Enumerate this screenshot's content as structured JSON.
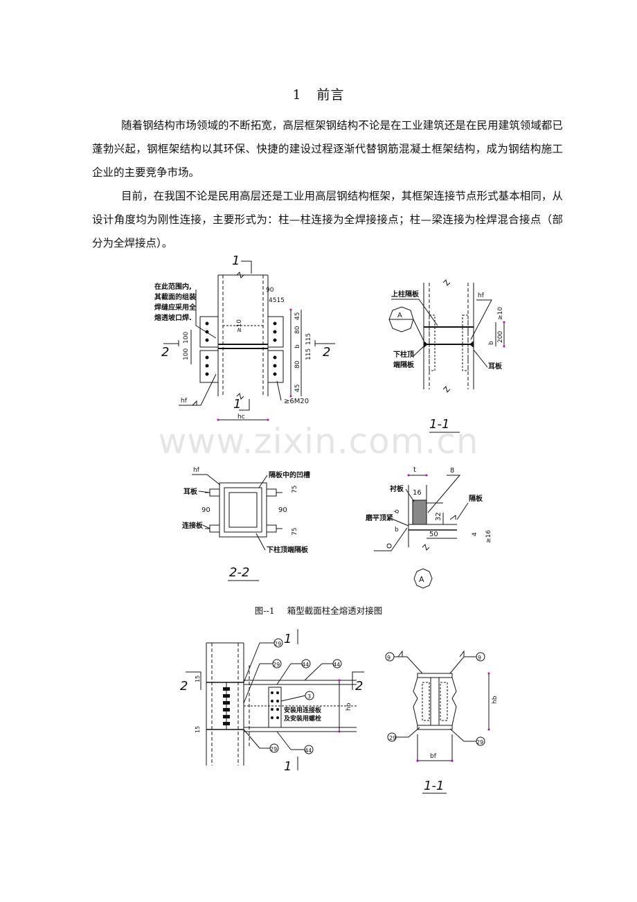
{
  "section": {
    "number": "1",
    "title": "前言"
  },
  "paragraphs": [
    "随着钢结构市场领域的不断拓宽，高层框架钢结构不论是在工业建筑还是在民用建筑领域都已蓬勃兴起，钢框架结构以其环保、快捷的建设过程逐渐代替钢筋混凝土框架结构，成为钢结构施工企业的主要竞争市场。",
    "目前，在我国不论是民用高层还是工业用高层钢结构框架，其框架连接节点形式基本相同，从设计角度均为刚性连接，主要形式为：柱—柱连接为全焊接接点；柱—梁连接为栓焊混合接点（部分为全焊接点）。"
  ],
  "watermark": "www.zixin.com.cn",
  "figure1": {
    "caption_number": "图--1",
    "caption_text": "箱型截面柱全熔透对接图",
    "elevation": {
      "section_marks": [
        "1",
        "1",
        "2",
        "2"
      ],
      "note": [
        "在此范围内,",
        "其截面的组装",
        "焊缝应采用全",
        "熔透坡口焊."
      ],
      "dims": [
        "90",
        "4515",
        "≥10",
        "45",
        "80",
        "115",
        "b",
        "115",
        "80",
        "45",
        "100",
        "100"
      ],
      "weld_label": "hf",
      "bolt_label": "≥6M20",
      "width_label": "hc"
    },
    "section_1_1": {
      "title": "1-1",
      "labels": [
        "上柱隔板",
        "下柱顶",
        "端隔板",
        "耳板"
      ],
      "dims": [
        "≥10",
        "200",
        "b",
        "hf"
      ],
      "detail_mark": "A"
    },
    "section_2_2": {
      "title": "2-2",
      "labels": [
        "隔板中的凹槽",
        "耳板",
        "连接板",
        "下柱顶端隔板"
      ],
      "dims": [
        "90",
        "90",
        "75",
        "75"
      ],
      "weld_label": "hf"
    },
    "detail_a": {
      "mark": "A",
      "labels": [
        "衬板",
        "隔板",
        "磨平顶紧"
      ],
      "dims": [
        "t",
        "8",
        "16",
        "32",
        "50",
        "4",
        "≥16",
        "b",
        "b"
      ]
    }
  },
  "figure2": {
    "elevation": {
      "section_marks": [
        "1",
        "1",
        "2",
        "2"
      ],
      "weld_symbols": [
        "29",
        "29",
        "44",
        "44",
        "3",
        "29",
        "44"
      ],
      "dims": [
        "15",
        "15",
        "hb"
      ],
      "labels": [
        "安装用连接板",
        "及安装用螺栓"
      ]
    },
    "section_1_1": {
      "title": "1-1",
      "weld_symbols": [
        "9",
        "9",
        "29",
        "29"
      ],
      "dims": [
        "hb",
        "bf"
      ]
    }
  }
}
